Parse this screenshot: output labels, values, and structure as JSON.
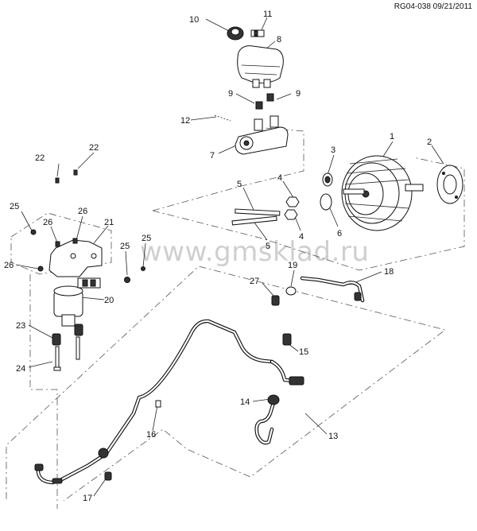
{
  "diagram_code": "RG04-038 09/21/2011",
  "watermark": "www.gmsklad.ru",
  "callouts": {
    "c1": "1",
    "c2": "2",
    "c3": "3",
    "c4a": "4",
    "c4b": "4",
    "c5a": "5",
    "c5b": "5",
    "c6": "6",
    "c7": "7",
    "c8": "8",
    "c9a": "9",
    "c9b": "9",
    "c10": "10",
    "c11": "11",
    "c12": "12",
    "c13": "13",
    "c14": "14",
    "c15": "15",
    "c16": "16",
    "c17": "17",
    "c18": "18",
    "c19": "19",
    "c20": "20",
    "c21": "21",
    "c22a": "22",
    "c22b": "22",
    "c23": "23",
    "c24": "24",
    "c25a": "25",
    "c25b": "25",
    "c25c": "25",
    "c26a": "26",
    "c26b": "26",
    "c26c": "26",
    "c27": "27"
  }
}
